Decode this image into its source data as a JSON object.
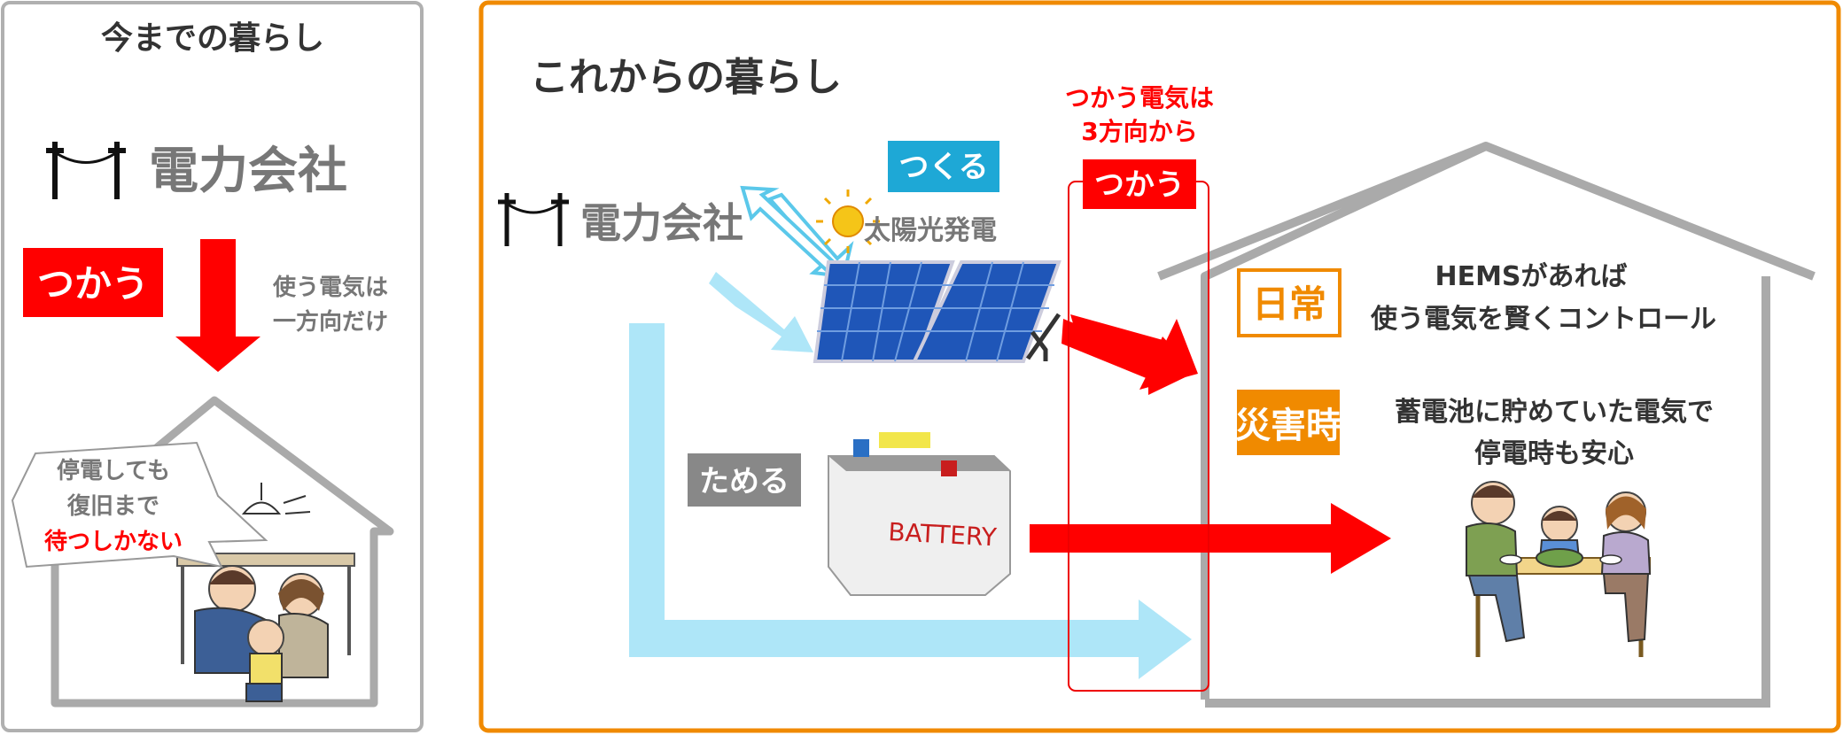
{
  "colors": {
    "red": "#ff0000",
    "orange": "#f08a00",
    "gray_text": "#777777",
    "dark_text": "#333333",
    "light_blue": "#aee6f8",
    "cyan_badge": "#1ea8d6",
    "panel_gray": "#b0b0b0"
  },
  "left_panel": {
    "title": "今までの暮らし",
    "company": "電力会社",
    "use_badge": "つかう",
    "note_line1": "使う電気は",
    "note_line2": "一方向だけ",
    "bubble_line1": "停電しても",
    "bubble_line2": "復旧まで",
    "bubble_line3": "待つしかない"
  },
  "right_panel": {
    "title": "これからの暮らし",
    "company": "電力会社",
    "make_badge": "つくる",
    "solar_label": "太陽光発電",
    "store_badge": "ためる",
    "battery_label": "BATTERY",
    "use_heading_line1": "つかう電気は",
    "use_heading_line2": "3方向から",
    "use_badge": "つかう",
    "daily_badge": "日常",
    "hems_line1": "HEMSがあれば",
    "hems_line2": "使う電気を賢くコントロール",
    "disaster_badge": "災害時",
    "disaster_line1": "蓄電池に貯めていた電気で",
    "disaster_line2": "停電時も安心"
  },
  "icons": {
    "utility_pole": "utility-pole-icon",
    "sun": "sun-icon",
    "lamp": "lamp-icon"
  }
}
